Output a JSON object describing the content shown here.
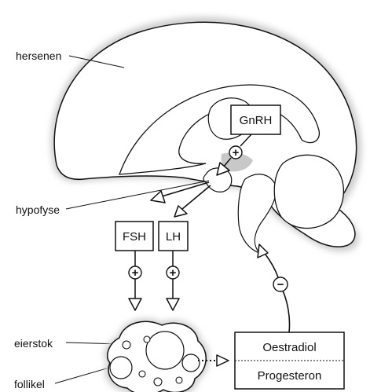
{
  "labels": {
    "brain": "hersenen",
    "pituitary": "hypofyse",
    "ovary": "eierstok",
    "follicle": "follikel"
  },
  "hormones": {
    "gnrh": "GnRH",
    "fsh": "FSH",
    "lh": "LH",
    "oestradiol": "Oestradiol",
    "progesteron": "Progesteron"
  },
  "signs": {
    "gnrh_effect": "+",
    "fsh_effect": "+",
    "lh_effect": "+",
    "feedback_effect": "−"
  },
  "colors": {
    "stroke": "#111111",
    "halo": "#cfcfcf",
    "fill": "#ffffff"
  }
}
